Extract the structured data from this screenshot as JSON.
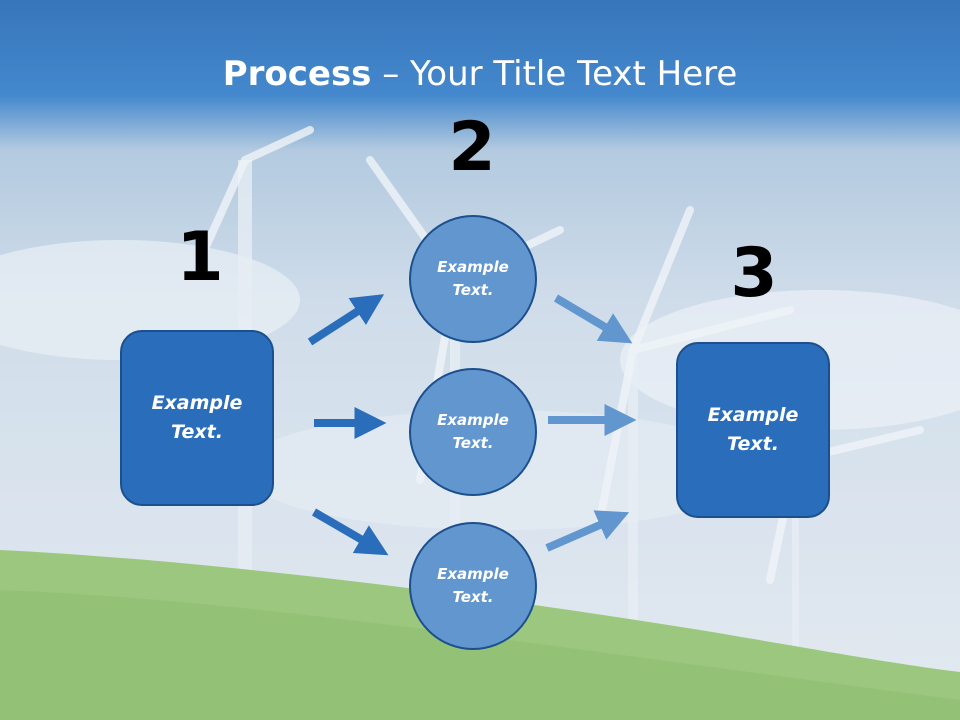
{
  "title": {
    "bold": "Process",
    "rest": " – Your Title Text Here"
  },
  "steps": {
    "one": "1",
    "two": "2",
    "three": "3"
  },
  "left_box": "Example Text.",
  "circles": [
    "Example Text.",
    "Example Text.",
    "Example Text."
  ],
  "right_box": "Example Text.",
  "colors": {
    "box": "#2a6ebb",
    "circle": "#6196cf",
    "arrow_dark": "#2a6ebb",
    "arrow_light": "#6196cf"
  }
}
